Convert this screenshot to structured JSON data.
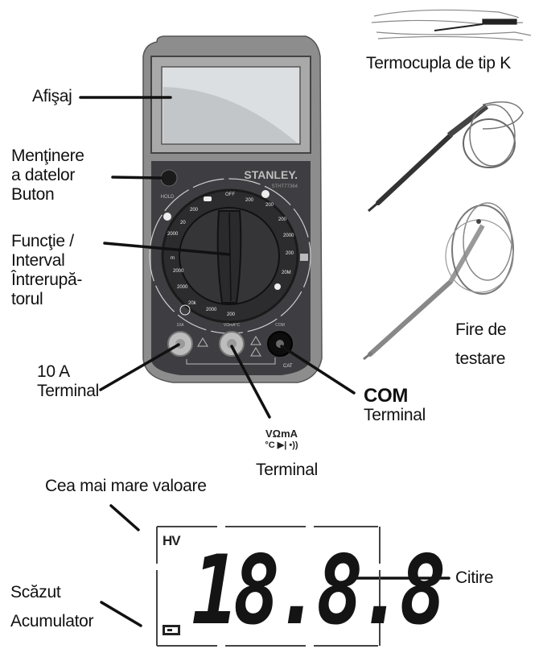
{
  "labels": {
    "display": "Afişaj",
    "data_hold": [
      "Menţinere",
      "a datelor",
      "Buton"
    ],
    "function_switch": [
      "Funcţie /",
      "Interval",
      "Întrerupă-",
      "torul"
    ],
    "terminal_10a": [
      "10 A",
      "Terminal"
    ],
    "terminal_vohm": {
      "symbols_line1": "VΩmA",
      "symbols_line2": "°C ▶|  •))",
      "label": "Terminal"
    },
    "terminal_com": {
      "bold": "COM",
      "label": "Terminal"
    },
    "thermocouple": "Termocupla de tip K",
    "test_leads": [
      "Fire de",
      "testare"
    ],
    "highest_value": "Cea mai mare valoare",
    "low_battery": [
      "Scăzut",
      "Acumulator"
    ],
    "reading": "Citire"
  },
  "meter": {
    "brand": "STANLEY.",
    "hold_button": "HOLD",
    "dial_off": "OFF",
    "terminal_labels": [
      "10A",
      "VΩmA°C ▶|",
      "COM"
    ],
    "dial_ranges": [
      "200",
      "20",
      "2000",
      "m",
      "200",
      "2000",
      "20k",
      "2000",
      "200",
      "200",
      "2000",
      "200",
      "20M",
      "2000"
    ]
  },
  "lcd": {
    "indicator_hv": "HV",
    "reading": "18.8.8",
    "battery_icon": "battery-icon"
  },
  "colors": {
    "meter_body": "#8a8a8a",
    "meter_panel": "#3d3d40",
    "lcd_glass": "#d6d8da",
    "ink": "#111111"
  }
}
